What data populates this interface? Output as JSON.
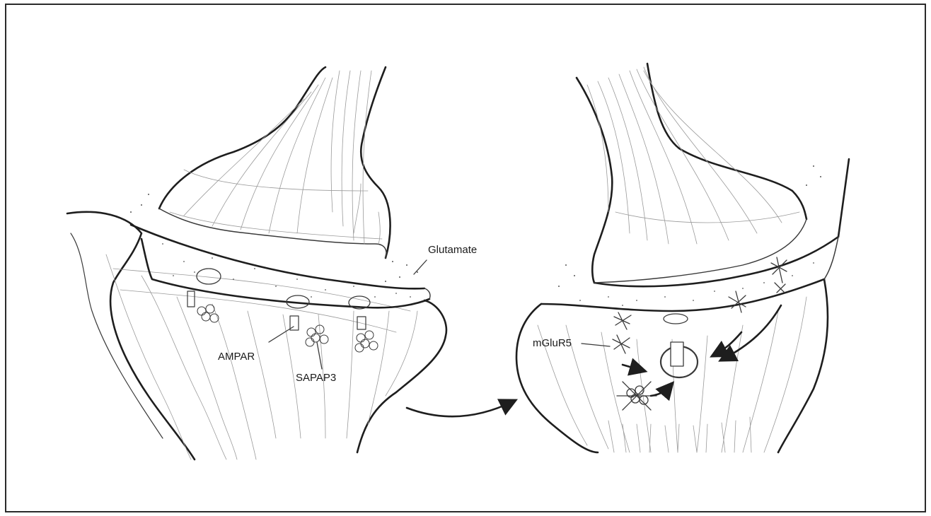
{
  "figure": {
    "labels": {
      "glutamate": "Glutamate",
      "ampar": "AMPAR",
      "sapap3": "SAPAP3",
      "mglur5": "mGluR5"
    },
    "colors": {
      "ink": "#1e1e1e",
      "shading": "#9a9a9a",
      "background": "#ffffff"
    }
  }
}
